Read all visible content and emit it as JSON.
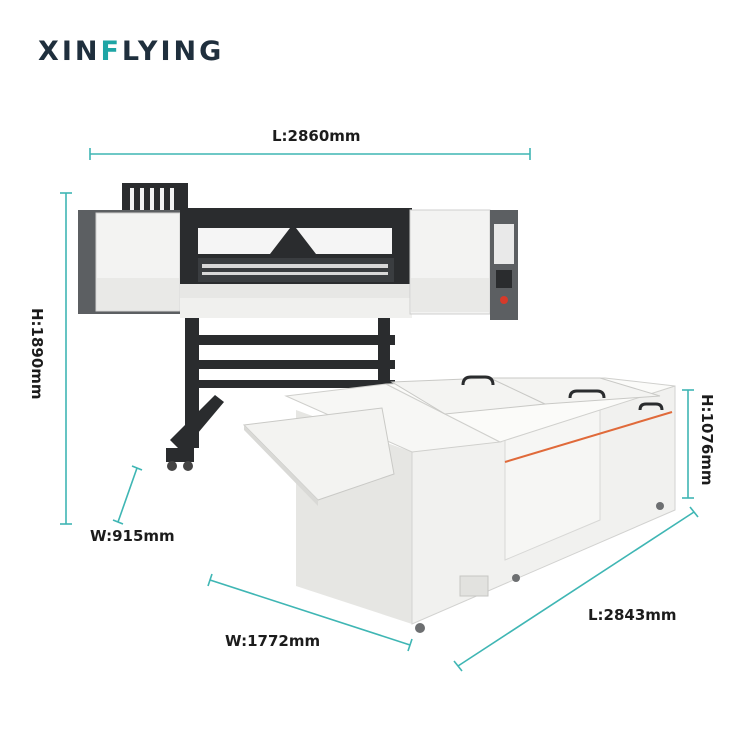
{
  "brand": {
    "logo_prefix": "XIN",
    "logo_accent": "F",
    "logo_suffix": "LYING",
    "text_color": "#1f2f3d",
    "accent_color": "#1ea5a5"
  },
  "dimensions": {
    "printer_length": "L:2860mm",
    "printer_height": "H:1890mm",
    "printer_width": "W:915mm",
    "shaker_height": "H:1076mm",
    "shaker_width": "W:1772mm",
    "shaker_length": "L:2843mm"
  },
  "colors": {
    "dimension_line": "#3fb6b4",
    "machine_body": "#eeeeec",
    "machine_dark": "#2a2c2e",
    "heater_stripe": "#e06a3a"
  }
}
